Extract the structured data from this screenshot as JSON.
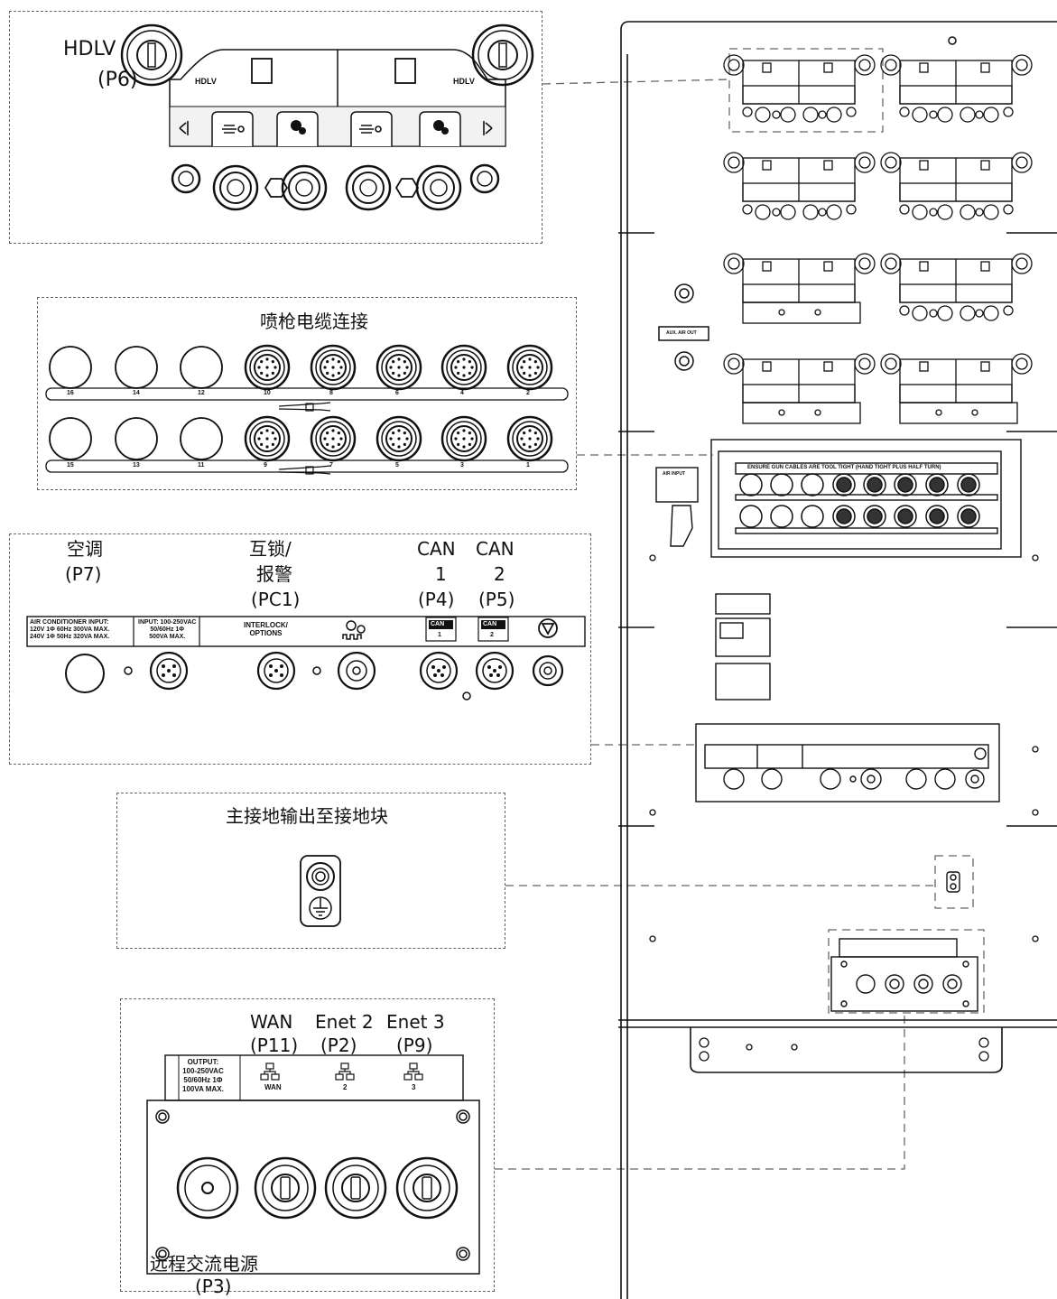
{
  "hdlv_panel": {
    "title": "HDLV",
    "port": "(P6)",
    "left_label": "HDLV",
    "right_label": "HDLV"
  },
  "gun_panel": {
    "title": "喷枪电缆连接",
    "top_numbers": [
      "16",
      "14",
      "12",
      "10",
      "8",
      "6",
      "4",
      "2"
    ],
    "bottom_numbers": [
      "15",
      "13",
      "11",
      "9",
      "7",
      "5",
      "3",
      "1"
    ]
  },
  "io_panel": {
    "ac_label_1": "空调",
    "ac_label_2": "(P7)",
    "interlock_label_1": "互锁/",
    "interlock_label_2": "报警",
    "interlock_label_3": "(PC1)",
    "can1_label_1": "CAN",
    "can1_label_2": "1",
    "can1_label_3": "(P4)",
    "can2_label_1": "CAN",
    "can2_label_2": "2",
    "can2_label_3": "(P5)",
    "ac_input_text": "AIR CONDITIONER INPUT:\n120V 1Φ 60Hz 300VA MAX.\n240V 1Φ 50Hz 320VA MAX.",
    "input_text": "INPUT: 100-250VAC\n50/60Hz 1Φ\n500VA MAX.",
    "interlock_text": "INTERLOCK/\nOPTIONS",
    "can1_badge": "CAN",
    "can1_num": "1",
    "can2_badge": "CAN",
    "can2_num": "2"
  },
  "ground_panel": {
    "title": "主接地输出至接地块"
  },
  "output_panel": {
    "wan_label": "WAN",
    "wan_port": "(P11)",
    "enet2_label": "Enet 2",
    "enet2_port": "(P2)",
    "enet3_label": "Enet 3",
    "enet3_port": "(P9)",
    "output_text": "OUTPUT:\n100-250VAC\n50/60Hz 1Φ\n100VA MAX.",
    "net_wan": "WAN",
    "net_2": "2",
    "net_3": "3",
    "remote_label": "远程交流电源",
    "remote_port": "(P3)"
  },
  "cabinet": {
    "aux_air_label": "AUX. AIR OUT",
    "air_input_label": "AIR INPUT",
    "gun_warning": "ENSURE GUN CABLES ARE TOOL TIGHT (HAND TIGHT PLUS HALF TURN)"
  }
}
